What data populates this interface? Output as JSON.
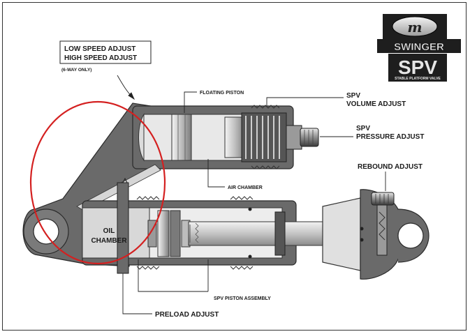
{
  "labels": {
    "low_speed": "LOW SPEED ADJUST",
    "high_speed": "HIGH SPEED ADJUST",
    "six_way": "(6-WAY ONLY)",
    "floating_piston": "FLOATING PISTON",
    "spv_volume_line1": "SPV",
    "spv_volume_line2": "VOLUME ADJUST",
    "spv_pressure_line1": "SPV",
    "spv_pressure_line2": "PRESSURE ADJUST",
    "air_chamber": "AIR CHAMBER",
    "rebound_adjust": "REBOUND ADJUST",
    "oil_chamber_line1": "OIL",
    "oil_chamber_line2": "CHAMBER",
    "spv_piston_assembly": "SPV PISTON ASSEMBLY",
    "preload_adjust": "PRELOAD ADJUST"
  },
  "logo": {
    "badge_letter": "m",
    "brand": "SWINGER",
    "mark": "SPV",
    "tagline": "STABLE PLATFORM VALVE"
  },
  "colors": {
    "body_dark": "#5a5a5a",
    "body_mid": "#8c8c8c",
    "body_light": "#c8c8c8",
    "chamber": "#e6e6e6",
    "highlight_circle": "#d42020",
    "logo_bg": "#1e1e1e"
  }
}
